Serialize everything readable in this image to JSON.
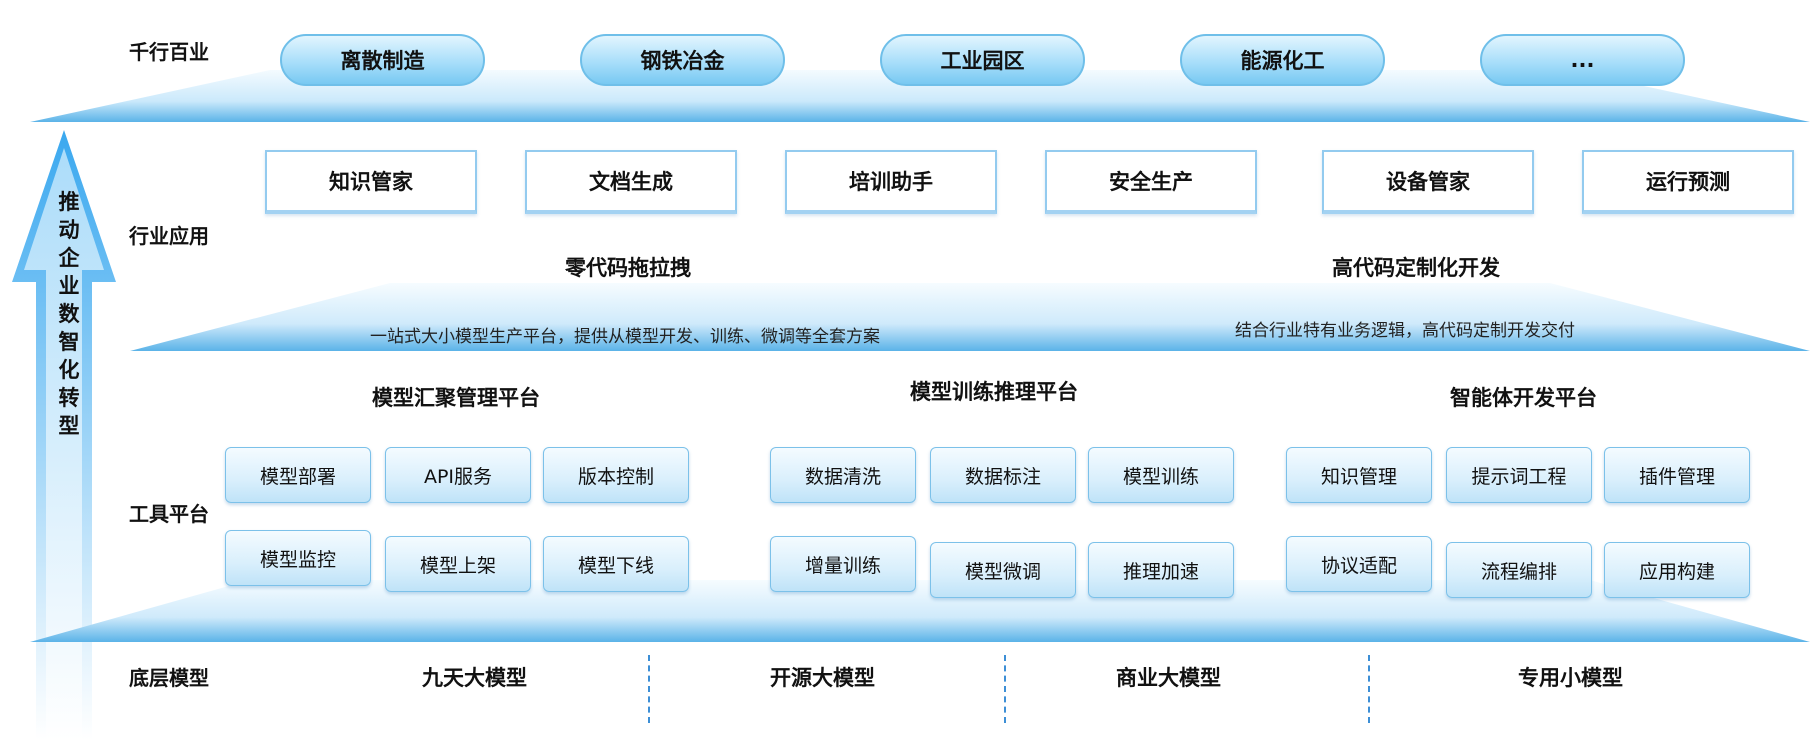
{
  "rows": {
    "industries": "千行百业",
    "applications": "行业应用",
    "tools": "工具平台",
    "base": "底层模型"
  },
  "arrow_text": "推动企业数智化转型",
  "industries": [
    "离散制造",
    "钢铁冶金",
    "工业园区",
    "能源化工",
    "..."
  ],
  "applications": [
    "知识管家",
    "文档生成",
    "培训助手",
    "安全生产",
    "设备管家",
    "运行预测"
  ],
  "dev_modes": {
    "zero_code": {
      "title": "零代码拖拉拽",
      "desc": "一站式大小模型生产平台，提供从模型开发、训练、微调等全套方案"
    },
    "high_code": {
      "title": "高代码定制化开发",
      "desc": "结合行业特有业务逻辑，高代码定制开发交付"
    }
  },
  "platforms": [
    {
      "title": "模型汇聚管理平台",
      "tools": [
        "模型部署",
        "API服务",
        "版本控制",
        "模型监控",
        "模型上架",
        "模型下线"
      ]
    },
    {
      "title": "模型训练推理平台",
      "tools": [
        "数据清洗",
        "数据标注",
        "模型训练",
        "增量训练",
        "模型微调",
        "推理加速"
      ]
    },
    {
      "title": "智能体开发平台",
      "tools": [
        "知识管理",
        "提示词工程",
        "插件管理",
        "协议适配",
        "流程编排",
        "应用构建"
      ]
    }
  ],
  "models": [
    "九天大模型",
    "开源大模型",
    "商业大模型",
    "专用小模型"
  ],
  "colors": {
    "accent": "#78c9f2",
    "band_dark": "#5bb3e8",
    "band_light": "#eef8fe",
    "divider": "#3d8fd6"
  }
}
